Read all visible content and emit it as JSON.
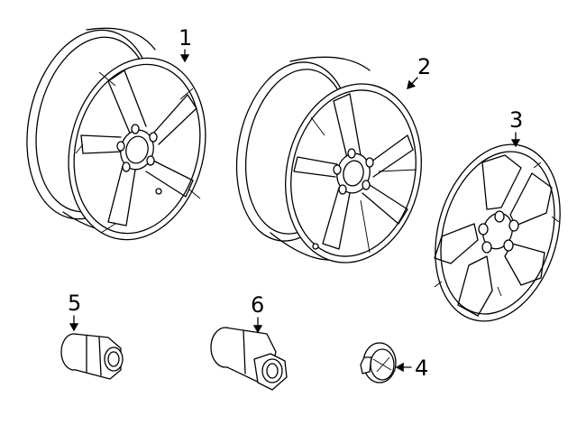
{
  "diagram": {
    "callouts": [
      {
        "id": "wheel-alloy-a",
        "label": "1"
      },
      {
        "id": "wheel-alloy-b",
        "label": "2"
      },
      {
        "id": "wheel-cover",
        "label": "3"
      },
      {
        "id": "center-cap",
        "label": "4"
      },
      {
        "id": "lug-nut",
        "label": "5"
      },
      {
        "id": "locking-nut",
        "label": "6"
      }
    ]
  }
}
